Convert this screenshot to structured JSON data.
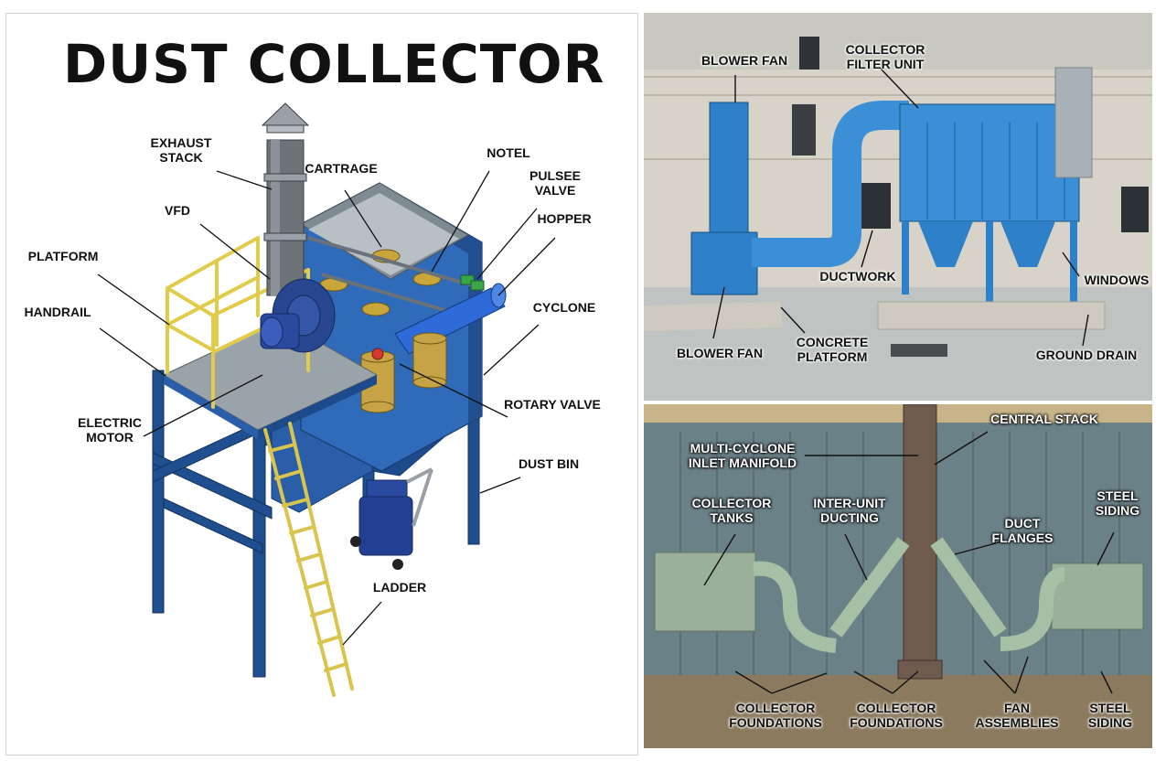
{
  "title": "DUST COLLECTOR",
  "diagram_labels": {
    "exhaust_stack": [
      "EXHAUST",
      "STACK"
    ],
    "cartrage": "CARTRAGE",
    "notel": "NOTEL",
    "pulsee_valve": [
      "PULSEE",
      "VALVE"
    ],
    "hopper": "HOPPER",
    "vfd": "VFD",
    "platform": "PLATFORM",
    "handrail": "HANDRAIL",
    "cyclone": "CYCLONE",
    "rotary_valve": "ROTARY VALVE",
    "electric_motor": [
      "ELECTRIC",
      "MOTOR"
    ],
    "dust_bin": "DUST BIN",
    "ladder": "LADDER"
  },
  "photo_top_labels": {
    "blower_fan_top": "BLOWER FAN",
    "collector_filter_unit": [
      "COLLECTOR",
      "FILTER UNIT"
    ],
    "ductwork": "DUCTWORK",
    "windows": "WINDOWS",
    "blower_fan_bottom": "BLOWER FAN",
    "concrete_platform": [
      "CONCRETE",
      "PLATFORM"
    ],
    "ground_drain": "GROUND DRAIN"
  },
  "photo_bottom_labels": {
    "central_stack": "CENTRAL STACK",
    "multi_cyclone": [
      "MULTI-CYCLONE",
      "INLET MANIFOLD"
    ],
    "collector_tanks": [
      "COLLECTOR",
      "TANKS"
    ],
    "inter_unit_ducting": [
      "INTER-UNIT",
      "DUCTING"
    ],
    "duct_flanges": [
      "DUCT",
      "FLANGES"
    ],
    "steel_siding_top": [
      "STEEL",
      "SIDING"
    ],
    "collector_foundations_left": [
      "COLLECTOR",
      "FOUNDATIONS"
    ],
    "collector_foundations_right": [
      "COLLECTOR",
      "FOUNDATIONS"
    ],
    "fan_assemblies": [
      "FAN",
      "ASSEMBLIES"
    ],
    "steel_siding_bottom": [
      "STEEL",
      "SIDING"
    ]
  }
}
